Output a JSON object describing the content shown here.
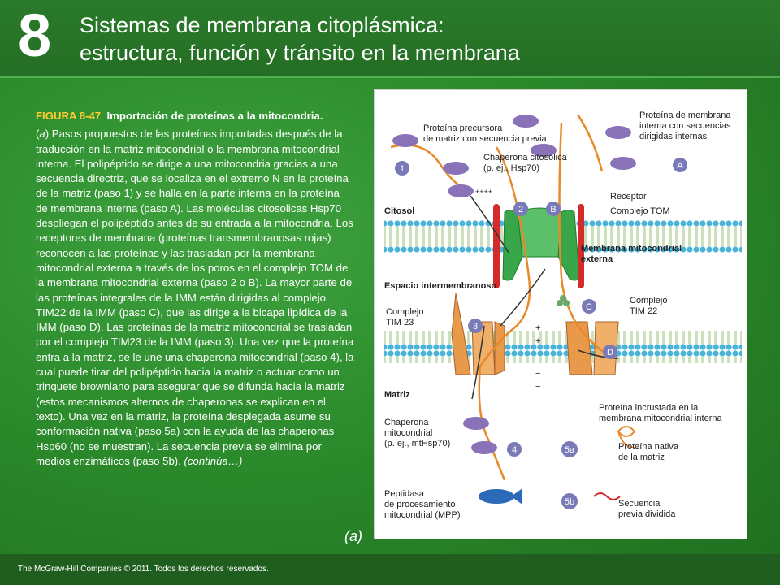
{
  "header": {
    "chapter_number": "8",
    "title_line1": "Sistemas de membrana citoplásmica:",
    "title_line2": "estructura, función y tránsito en la membrana"
  },
  "caption": {
    "figure_label": "FIGURA 8-47",
    "figure_title": "Importación de proteínas a la mitocondria.",
    "part_letter": "a",
    "body": ") Pasos propuestos de las proteínas importadas después de la traducción en la matriz mitocondrial o la membrana mitocondrial interna. El polipéptido se dirige a una mitocondria gracias a una secuencia directriz, que se localiza en el extremo N en la proteína de la matriz (paso 1) y se halla en la parte interna en la proteína de membrana interna (paso A). Las moléculas citosolicas Hsp70 despliegan el polipéptido antes de su entrada a la mitocondria. Los receptores de membrana (proteínas transmembranosas rojas) reconocen a las proteínas y las trasladan por la membrana mitocondrial externa a través de los poros en el complejo TOM de la membrana mitocondrial externa (paso 2 o B). La mayor parte de las proteínas integrales de la IMM están dirigidas al complejo TIM22 de la IMM (paso C), que las dirige a la bicapa lipídica de la IMM (paso D). Las proteínas de la matriz mitocondrial se trasladan por el complejo TIM23 de la IMM (paso 3). Una vez que la proteína entra a la matriz, se le une una chaperona mitocondrial (paso 4), la cual puede tirar del polipéptido hacia la matriz o actuar como un trinquete browniano para asegurar que se difunda hacia la matriz (estos mecanismos alternos de chaperonas se explican en el texto). Una vez en la matriz, la proteína desplegada asume su conformación nativa (paso 5a) con la ayuda de las chaperonas Hsp60 (no se muestran). La secuencia previa se elimina por medios enzimáticos (paso 5b).",
    "continues": "(continúa…)",
    "open_paren": "("
  },
  "panel_label": "(a)",
  "footer": "The McGraw-Hill Companies © 2011. Todos los derechos reservados.",
  "diagram": {
    "labels": {
      "precursor_1": "Proteína precursora",
      "precursor_2": "de matriz con secuencia previa",
      "membrane_protein_1": "Proteína de membrana",
      "membrane_protein_2": "interna con secuencias",
      "membrane_protein_3": "dirigidas internas",
      "chaperone_1": "Chaperona citosólica",
      "chaperone_2": "(p. ej., Hsp70)",
      "receptor": "Receptor",
      "tom": "Complejo TOM",
      "citosol": "Citosol",
      "outer_membrane_1": "Membrana mitocondrial",
      "outer_membrane_2": "externa",
      "intermembrane": "Espacio intermembranoso",
      "tim23_1": "Complejo",
      "tim23_2": "TIM 23",
      "tim22_1": "Complejo",
      "tim22_2": "TIM 22",
      "matrix": "Matriz",
      "embedded_1": "Proteína incrustada en la",
      "embedded_2": "membrana mitocondrial interna",
      "mito_chaperone_1": "Chaperona",
      "mito_chaperone_2": "mitocondrial",
      "mito_chaperone_3": "(p. ej., mtHsp70)",
      "native_1": "Proteína nativa",
      "native_2": "de la matriz",
      "mpp_1": "Peptidasa",
      "mpp_2": "de procesamiento",
      "mpp_3": "mitocondrial (MPP)",
      "cleaved_1": "Secuencia",
      "cleaved_2": "previa dividida",
      "plus1": "+",
      "plus2": "+",
      "minus1": "−",
      "minus2": "−",
      "charges": "++++"
    },
    "steps": {
      "s1": "1",
      "s2": "2",
      "s3": "3",
      "s4": "4",
      "s5a": "5a",
      "s5b": "5b",
      "sA": "A",
      "sB": "B",
      "sC": "C",
      "sD": "D"
    },
    "colors": {
      "chaperone": "#8a72b8",
      "receptor": "#d42a2a",
      "tom": "#3aa64a",
      "tim": "#e89a4a",
      "membrane_head": "#4ab4d8",
      "polypeptide": "#e88a2a",
      "step_circle": "#7a7ab8",
      "mpp": "#2a6ab8"
    }
  }
}
